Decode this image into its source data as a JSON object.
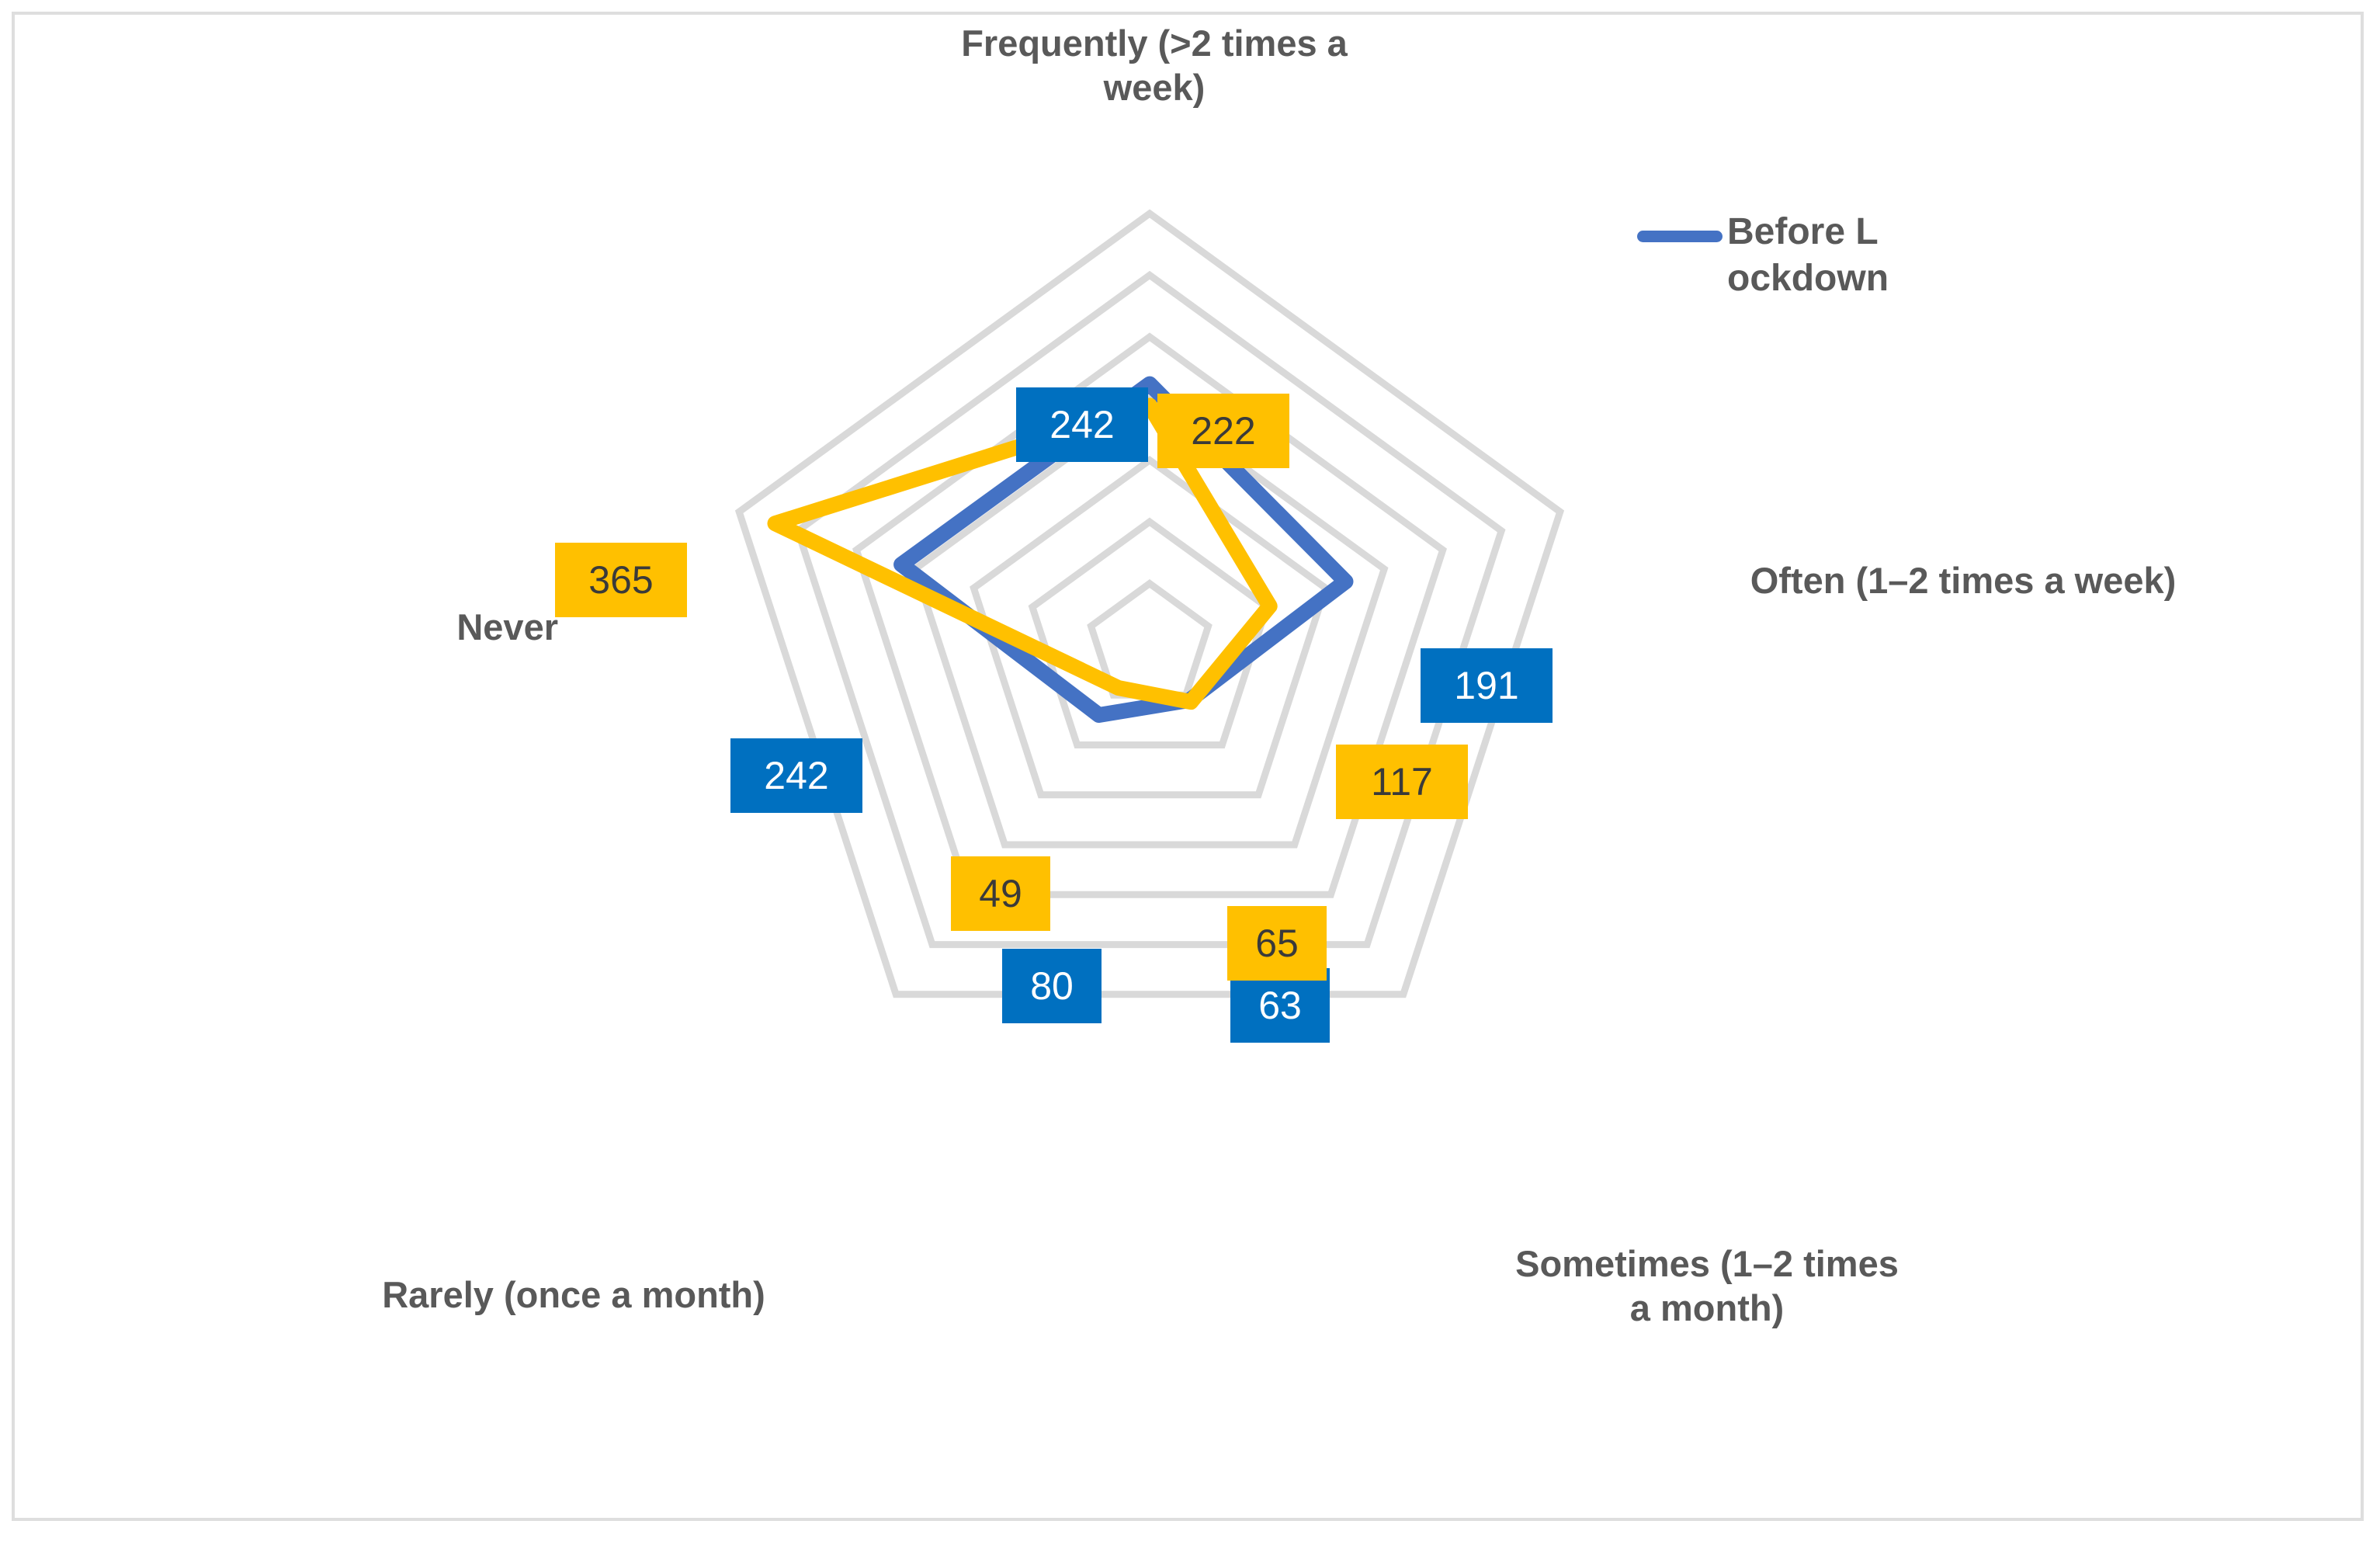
{
  "frame": {
    "border_color": "#dedede",
    "background": "#ffffff"
  },
  "colors": {
    "series_before_line": "#4472C4",
    "series_before_label_box": "#0070C0",
    "series_before_label_text": "#ffffff",
    "series_after_line": "#FFC000",
    "series_after_label_box": "#FFC000",
    "series_after_label_text": "#3a3a3a",
    "grid": "#D9D9D9",
    "axis_text": "#595959"
  },
  "legend": {
    "position": "right",
    "entries": [
      {
        "label": "Before Lockdown",
        "color": "#4472C4",
        "marker": "line"
      }
    ]
  },
  "axis_labels": {
    "frequently": "Frequently (>2 times a week)",
    "often": "Often (1–2 times a week)",
    "sometimes": "Sometimes (1–2 times a month)",
    "rarely": "Rarely (once a month)",
    "never": "Never"
  },
  "chart_data": {
    "type": "radar",
    "title": "",
    "xlabel": "",
    "ylabel": "",
    "grid": true,
    "rings": 7,
    "rmax": 400,
    "legend_position": "right",
    "categories": [
      "Frequently (>2 times a week)",
      "Often (1–2 times a week)",
      "Sometimes (1–2 times a month)",
      "Rarely (once a month)",
      "Never"
    ],
    "series": [
      {
        "name": "Before Lockdown",
        "color": "#4472C4",
        "values": [
          242,
          191,
          63,
          80,
          242
        ],
        "labels": [
          "242",
          "191",
          "63",
          "80",
          "242"
        ]
      },
      {
        "name": "",
        "color": "#FFC000",
        "values": [
          222,
          117,
          65,
          49,
          365
        ],
        "labels": [
          "222",
          "117",
          "65",
          "49",
          "365"
        ]
      }
    ]
  }
}
